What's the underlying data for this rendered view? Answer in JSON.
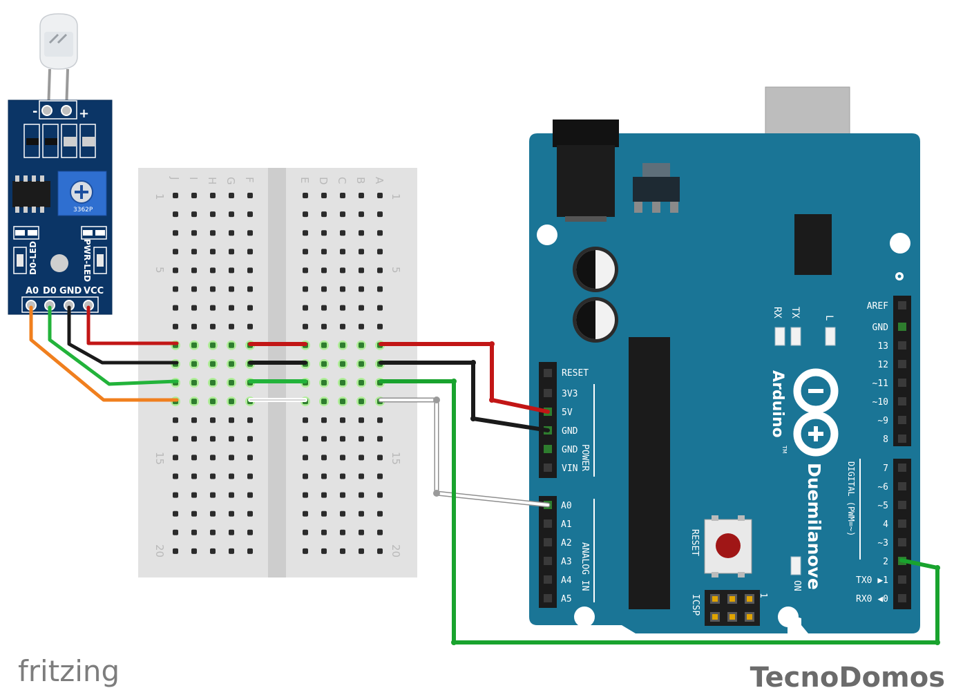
{
  "watermarks": {
    "left": "fritzing",
    "right": "TecnoDomos"
  },
  "sensor": {
    "minus": "-",
    "plus": "+",
    "d0_led": "D0-LED",
    "pwr_led": "PWR-LED",
    "pot_code": "3362P",
    "pins": [
      "A0",
      "D0",
      "GND",
      "VCC"
    ]
  },
  "breadboard": {
    "cols_left": [
      "J",
      "I",
      "H",
      "G",
      "F"
    ],
    "cols_right": [
      "E",
      "D",
      "C",
      "B",
      "A"
    ],
    "rows": [
      "1",
      "5",
      "15",
      "20"
    ]
  },
  "arduino": {
    "brand": "Arduino",
    "model": "Duemilanove",
    "tm": "TM",
    "power_pins": [
      "RESET",
      "3V3",
      "5V",
      "GND",
      "GND",
      "VIN"
    ],
    "power_label": "POWER",
    "analog_pins": [
      "A0",
      "A1",
      "A2",
      "A3",
      "A4",
      "A5"
    ],
    "analog_label": "ANALOG IN",
    "digital_top": [
      "AREF",
      "GND",
      "13",
      "12",
      "~11",
      "~10",
      "~9",
      "8"
    ],
    "digital_bottom": [
      "7",
      "~6",
      "~5",
      "4",
      "~3",
      "2",
      "TX0 ▶1",
      "RX0 ◀0"
    ],
    "digital_label": "DIGITAL (PWM=~)",
    "led_rx": "RX",
    "led_tx": "TX",
    "led_l": "L",
    "reset_label": "RESET",
    "icsp_label": "ICSP",
    "on_label": "ON",
    "icsp_pin1": "1"
  }
}
